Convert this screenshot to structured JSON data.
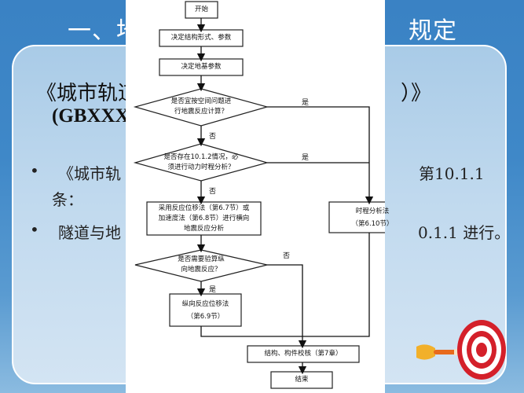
{
  "slide": {
    "title_left": "一、地",
    "title_right": "规定",
    "heading_open": "《城市轨道",
    "heading_close": "》",
    "heading_tail": "）",
    "code": "(GBXXX",
    "bullets": [
      {
        "left": "《城市轨",
        "right": "第10.1.1",
        "line2": "条："
      },
      {
        "left": "隧道与地",
        "right": "0.1.1 进行。"
      }
    ]
  },
  "flowchart": {
    "nodes": {
      "start": "开始",
      "decide_structure": "决定结构形式、参数",
      "decide_foundation": "决定地基参数",
      "q_spatial": [
        "是否宜按空间问题进",
        "行地震反应计算？"
      ],
      "q_time_history": [
        "是否存在10.1.2情况，必",
        "须进行动力时程分析？"
      ],
      "transverse_analysis": [
        "采用反应位移法（第6.7节）或",
        "加速度法（第6.8节）进行横向",
        "地震反应分析"
      ],
      "time_history_method": [
        "时程分析法",
        "（第6.10节）"
      ],
      "q_longitudinal": [
        "是否需要验算纵",
        "向地震反应？"
      ],
      "longitudinal_method": [
        "纵向反应位移法",
        "（第6.9节）"
      ],
      "check": "结构、构件校核（第7章）",
      "end": "结束"
    },
    "edge_labels": {
      "yes": "是",
      "no": "否"
    }
  },
  "colors": {
    "background": "#3f88c8",
    "panel": "#c0d9ee",
    "title_text": "#ffffff",
    "target_red": "#d4202a"
  }
}
